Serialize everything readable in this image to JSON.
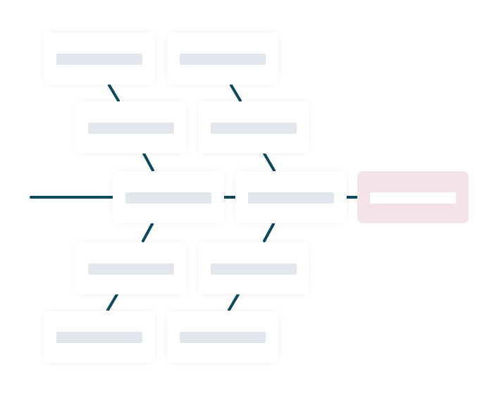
{
  "diagram": {
    "type": "fishbone",
    "colors": {
      "spine": "#0d4a5c",
      "node_bg": "#ffffff",
      "placeholder_bar": "#e2e7ee",
      "head_bg": "#f4e2e6",
      "head_bar": "#ffffff"
    },
    "nodes": [
      {
        "id": "top-outer-1",
        "label": ""
      },
      {
        "id": "top-outer-2",
        "label": ""
      },
      {
        "id": "top-inner-1",
        "label": ""
      },
      {
        "id": "top-inner-2",
        "label": ""
      },
      {
        "id": "spine-1",
        "label": ""
      },
      {
        "id": "spine-2",
        "label": ""
      },
      {
        "id": "head",
        "label": ""
      },
      {
        "id": "bottom-inner-1",
        "label": ""
      },
      {
        "id": "bottom-inner-2",
        "label": ""
      },
      {
        "id": "bottom-outer-1",
        "label": ""
      },
      {
        "id": "bottom-outer-2",
        "label": ""
      }
    ]
  }
}
